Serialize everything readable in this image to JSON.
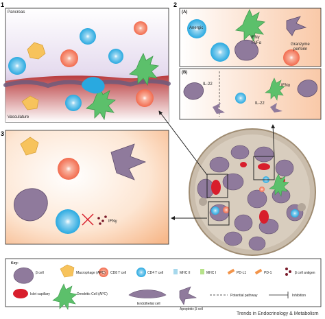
{
  "panels": {
    "p1": {
      "number": "1",
      "top_label": "Pancreas",
      "bottom_label": "Vasculature"
    },
    "p2": {
      "number": "2",
      "a": {
        "tag": "(A)",
        "anergic": "Anergic",
        "ifn": "IFNγ",
        "tnf": "TNFα",
        "granzyme": "Granzyme",
        "perforin": "perforin"
      },
      "b": {
        "tag": "(B)",
        "il22_left": "IL-22",
        "il22_right": "IL-22",
        "ifna": "IFNα"
      }
    },
    "p3": {
      "number": "3",
      "ifng": "IFNγ"
    }
  },
  "key": {
    "title": "Key:",
    "items": [
      {
        "label": "β cell"
      },
      {
        "label": "Macrophage (APC)"
      },
      {
        "label": "CD8 T cell"
      },
      {
        "label": "CD4 T cell"
      },
      {
        "label": "MHC II"
      },
      {
        "label": "MHC I"
      },
      {
        "label": "PD-L1"
      },
      {
        "label": "PD-1"
      },
      {
        "label": "β cell antigen"
      },
      {
        "label": "Islet capillary"
      },
      {
        "label": "Dendritic Cell (APC)"
      },
      {
        "label": "Endothelial cell"
      },
      {
        "label": "Apoptotic β cell"
      },
      {
        "label": "Potential pathway"
      },
      {
        "label": "Inhibition"
      }
    ]
  },
  "footer": "Trends in Endocrinology & Metabolism",
  "colors": {
    "cd4": "#29a9e0",
    "cd8": "#f26b4e",
    "beta": "#8f7a9c",
    "dc": "#5cc06b",
    "macrophage": "#f7c35c",
    "capillary": "#d81e2c",
    "vessel": "#b3343a"
  }
}
